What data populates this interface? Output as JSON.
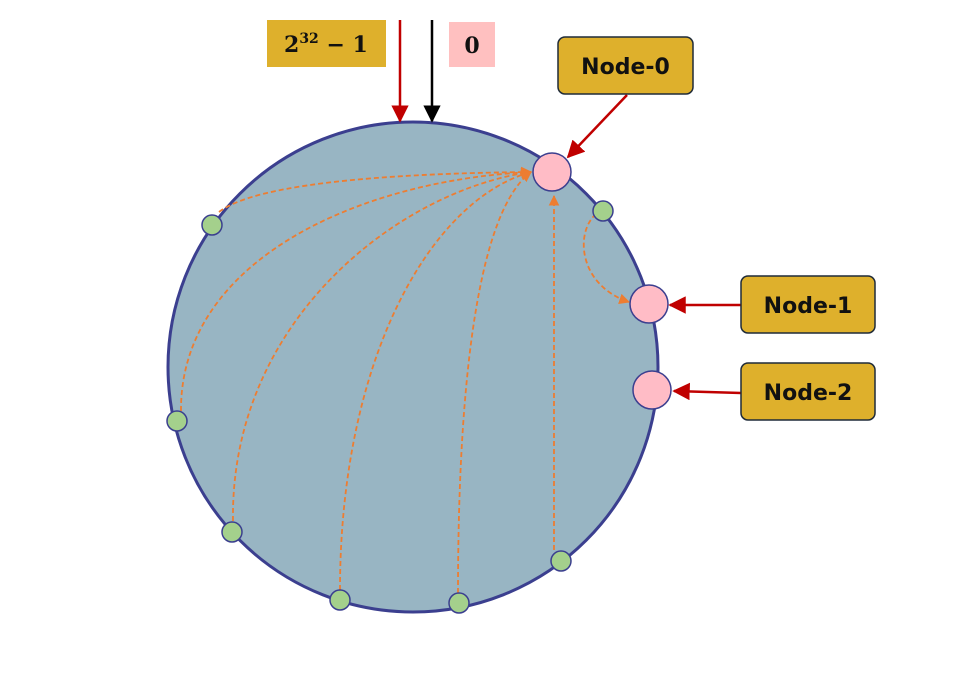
{
  "ring": {
    "fill": "#98b5c3",
    "stroke": "#3b3f8f"
  },
  "markers": {
    "max": {
      "base": "2",
      "exponent": "32",
      "tail": " − 1",
      "bg": "#deb02c",
      "arrow": "#c00000"
    },
    "zero": {
      "label": "0",
      "bg": "#ffc0c0",
      "arrow": "#000000"
    }
  },
  "nodes": [
    {
      "label": "Node-0"
    },
    {
      "label": "Node-1"
    },
    {
      "label": "Node-2"
    }
  ],
  "colors": {
    "node_box": "#deb02c",
    "node_box_border": "#1e2a38",
    "server_fill": "#ffbcc6",
    "server_stroke": "#3b3f8f",
    "key_fill": "#a4d08c",
    "key_stroke": "#3b3f8f",
    "dashed_arrow": "#ed7d31",
    "pointer_arrow": "#c00000"
  }
}
